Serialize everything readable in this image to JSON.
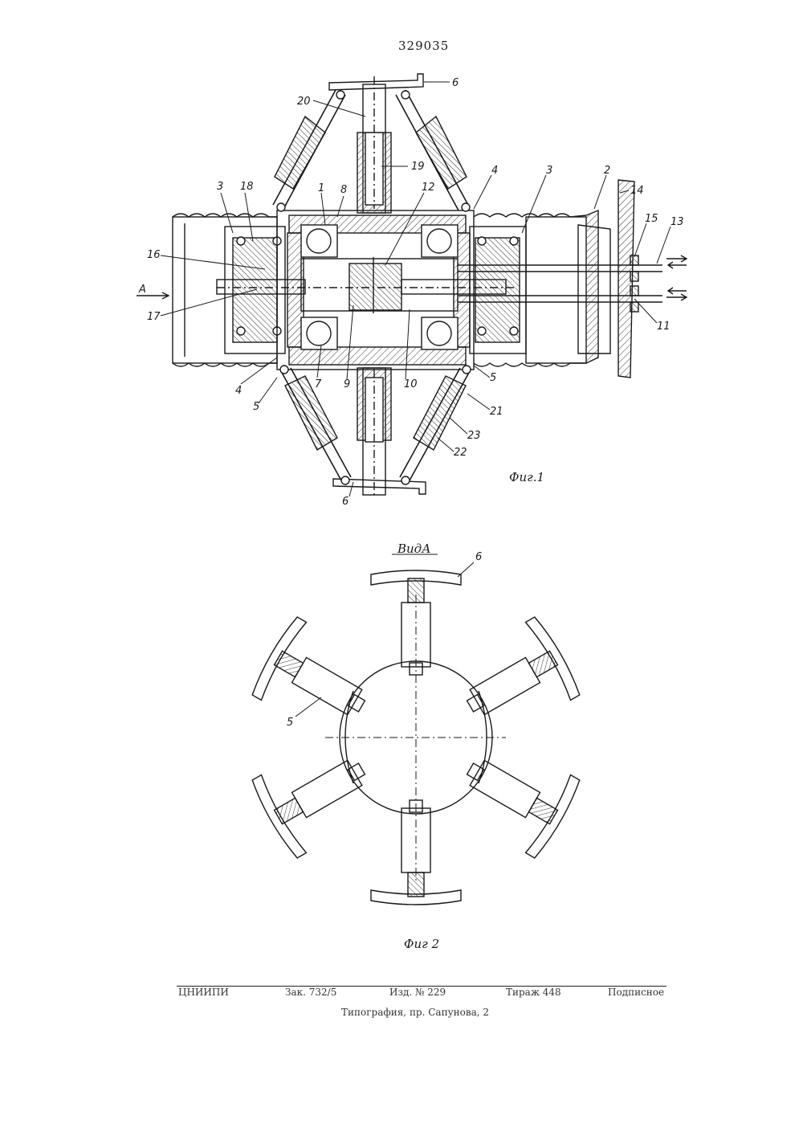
{
  "header": {
    "patent_number": "329035"
  },
  "figure1": {
    "caption": "Фиг.1",
    "labels": {
      "l6_top": "6",
      "l20": "20",
      "l19": "19",
      "l3_left": "3",
      "l18": "18",
      "l1": "1",
      "l8": "8",
      "l12": "12",
      "l4_top": "4",
      "l3_right": "3",
      "l2": "2",
      "l14": "14",
      "l15": "15",
      "l13": "13",
      "l16": "16",
      "lA": "A",
      "l17": "17",
      "l11": "11",
      "l4_bot": "4",
      "l5_left": "5",
      "l7": "7",
      "l9": "9",
      "l10": "10",
      "l5_right": "5",
      "l21": "21",
      "l23": "23",
      "l22": "22",
      "l6_bot": "6"
    }
  },
  "figure2": {
    "view_title": "ВидА",
    "caption": "Фиг 2",
    "labels": {
      "l6": "6",
      "l5": "5"
    }
  },
  "imprint": {
    "org": "ЦНИИПИ",
    "order": "Зак. 732/5",
    "edition": "Изд. № 229",
    "print_run": "Тираж 448",
    "status": "Подписное",
    "printer": "Типография, пр. Сапунова, 2"
  }
}
